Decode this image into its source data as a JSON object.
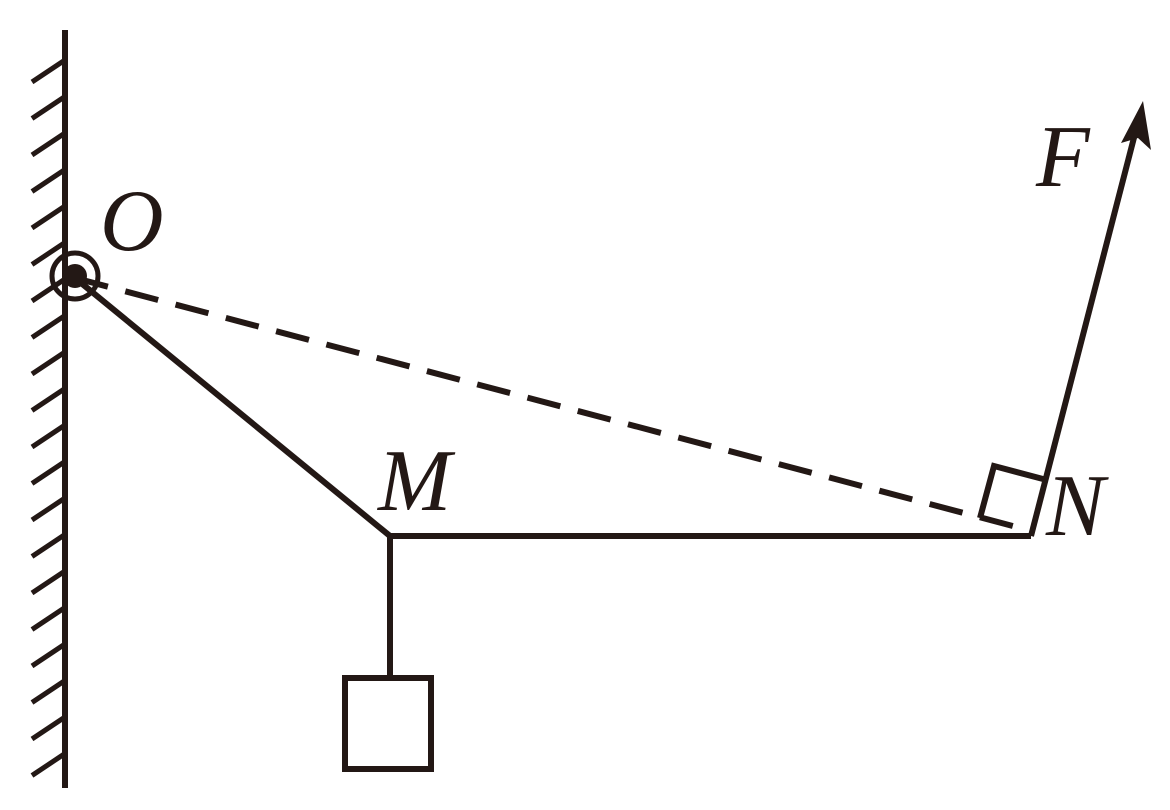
{
  "labels": {
    "pivot": "O",
    "joint": "M",
    "end": "N",
    "force": "F"
  },
  "colors": {
    "ink": "#231815",
    "background": "#ffffff"
  }
}
